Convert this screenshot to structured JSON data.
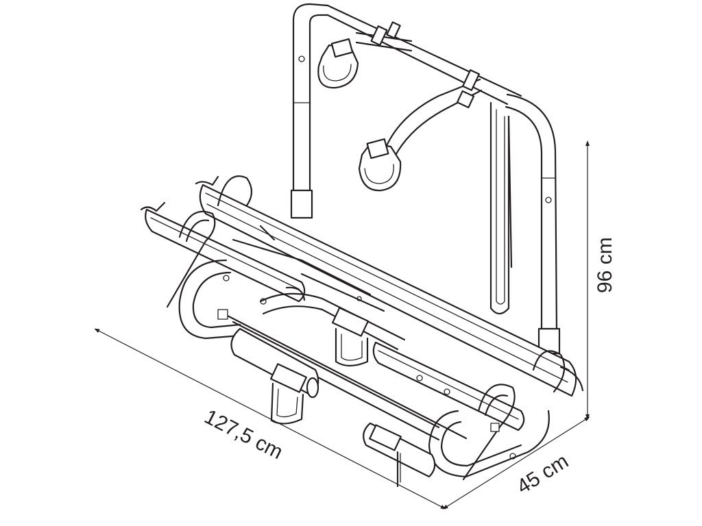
{
  "dimensions": {
    "length_label": "127,5 cm",
    "depth_label": "45 cm",
    "height_label": "96 cm"
  },
  "colors": {
    "line": "#231f20",
    "background": "#ffffff"
  }
}
